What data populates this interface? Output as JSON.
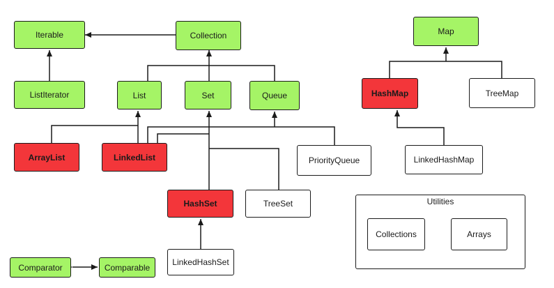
{
  "colors": {
    "interface": "#a5f466",
    "highlight": "#f3363a",
    "plain": "#ffffff",
    "line": "#1a1a1a"
  },
  "nodes": {
    "iterable": "Iterable",
    "collection": "Collection",
    "list_iterator": "ListIterator",
    "list": "List",
    "set": "Set",
    "queue": "Queue",
    "array_list": "ArrayList",
    "linked_list": "LinkedList",
    "priority_queue": "PriorityQueue",
    "hash_set": "HashSet",
    "tree_set": "TreeSet",
    "linked_hash_set": "LinkedHashSet",
    "comparator": "Comparator",
    "comparable": "Comparable",
    "map": "Map",
    "hash_map": "HashMap",
    "tree_map": "TreeMap",
    "linked_hash_map": "LinkedHashMap"
  },
  "utilities": {
    "title": "Utilities",
    "collections": "Collections",
    "arrays": "Arrays"
  }
}
